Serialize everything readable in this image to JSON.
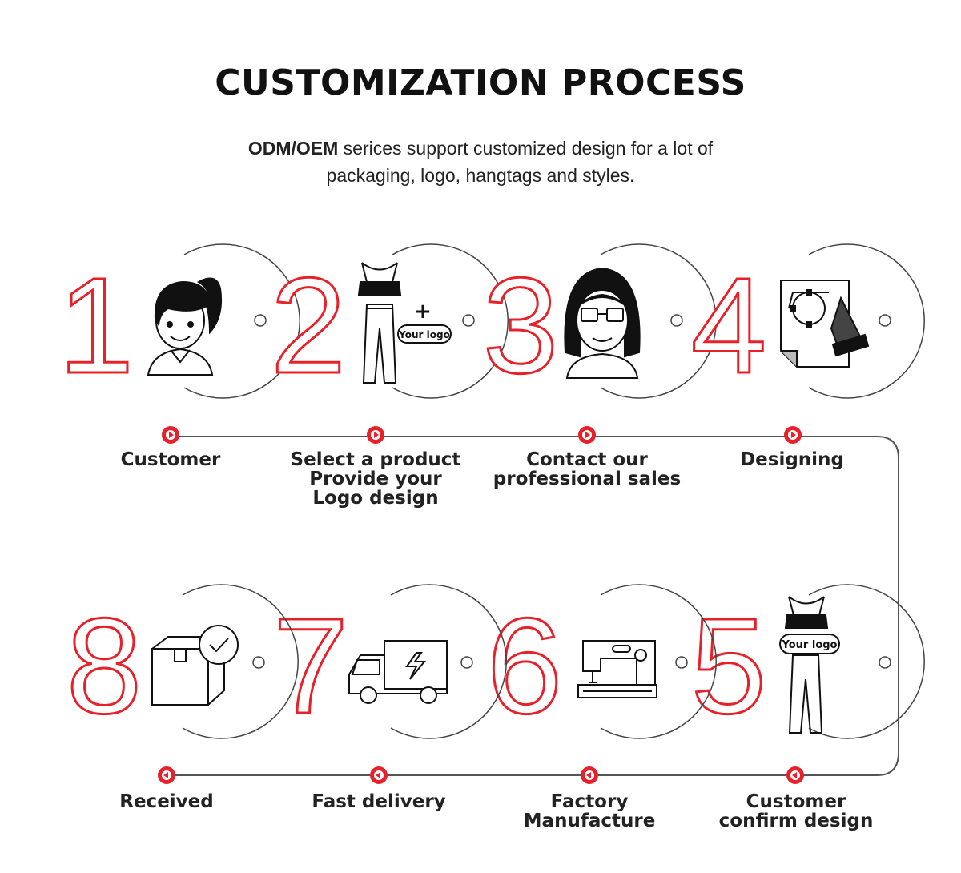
{
  "header": {
    "title": "CUSTOMIZATION PROCESS",
    "subtitle_bold": "ODM/OEM",
    "subtitle_rest_line1": " serices support customized design for a lot of",
    "subtitle_line2": "packaging, logo, hangtags and styles."
  },
  "colors": {
    "accent": "#e8202a",
    "line": "#555555",
    "text": "#222222"
  },
  "steps": [
    {
      "number": "1",
      "label": "Customer",
      "icon": "woman-ponytail-icon"
    },
    {
      "number": "2",
      "label": "Select a product\nProvide your\nLogo design",
      "icon": "sportswear-logo-icon",
      "icon_text": "Your logo"
    },
    {
      "number": "3",
      "label": "Contact our\nprofessional sales",
      "icon": "woman-glasses-icon"
    },
    {
      "number": "4",
      "label": "Designing",
      "icon": "pen-tool-design-icon"
    },
    {
      "number": "5",
      "label": "Customer\nconfirm design",
      "icon": "sportswear-logo-icon",
      "icon_text": "Your logo"
    },
    {
      "number": "6",
      "label": "Factory\nManufacture",
      "icon": "sewing-machine-icon"
    },
    {
      "number": "7",
      "label": "Fast delivery",
      "icon": "delivery-truck-icon"
    },
    {
      "number": "8",
      "label": "Received",
      "icon": "box-check-icon"
    }
  ]
}
